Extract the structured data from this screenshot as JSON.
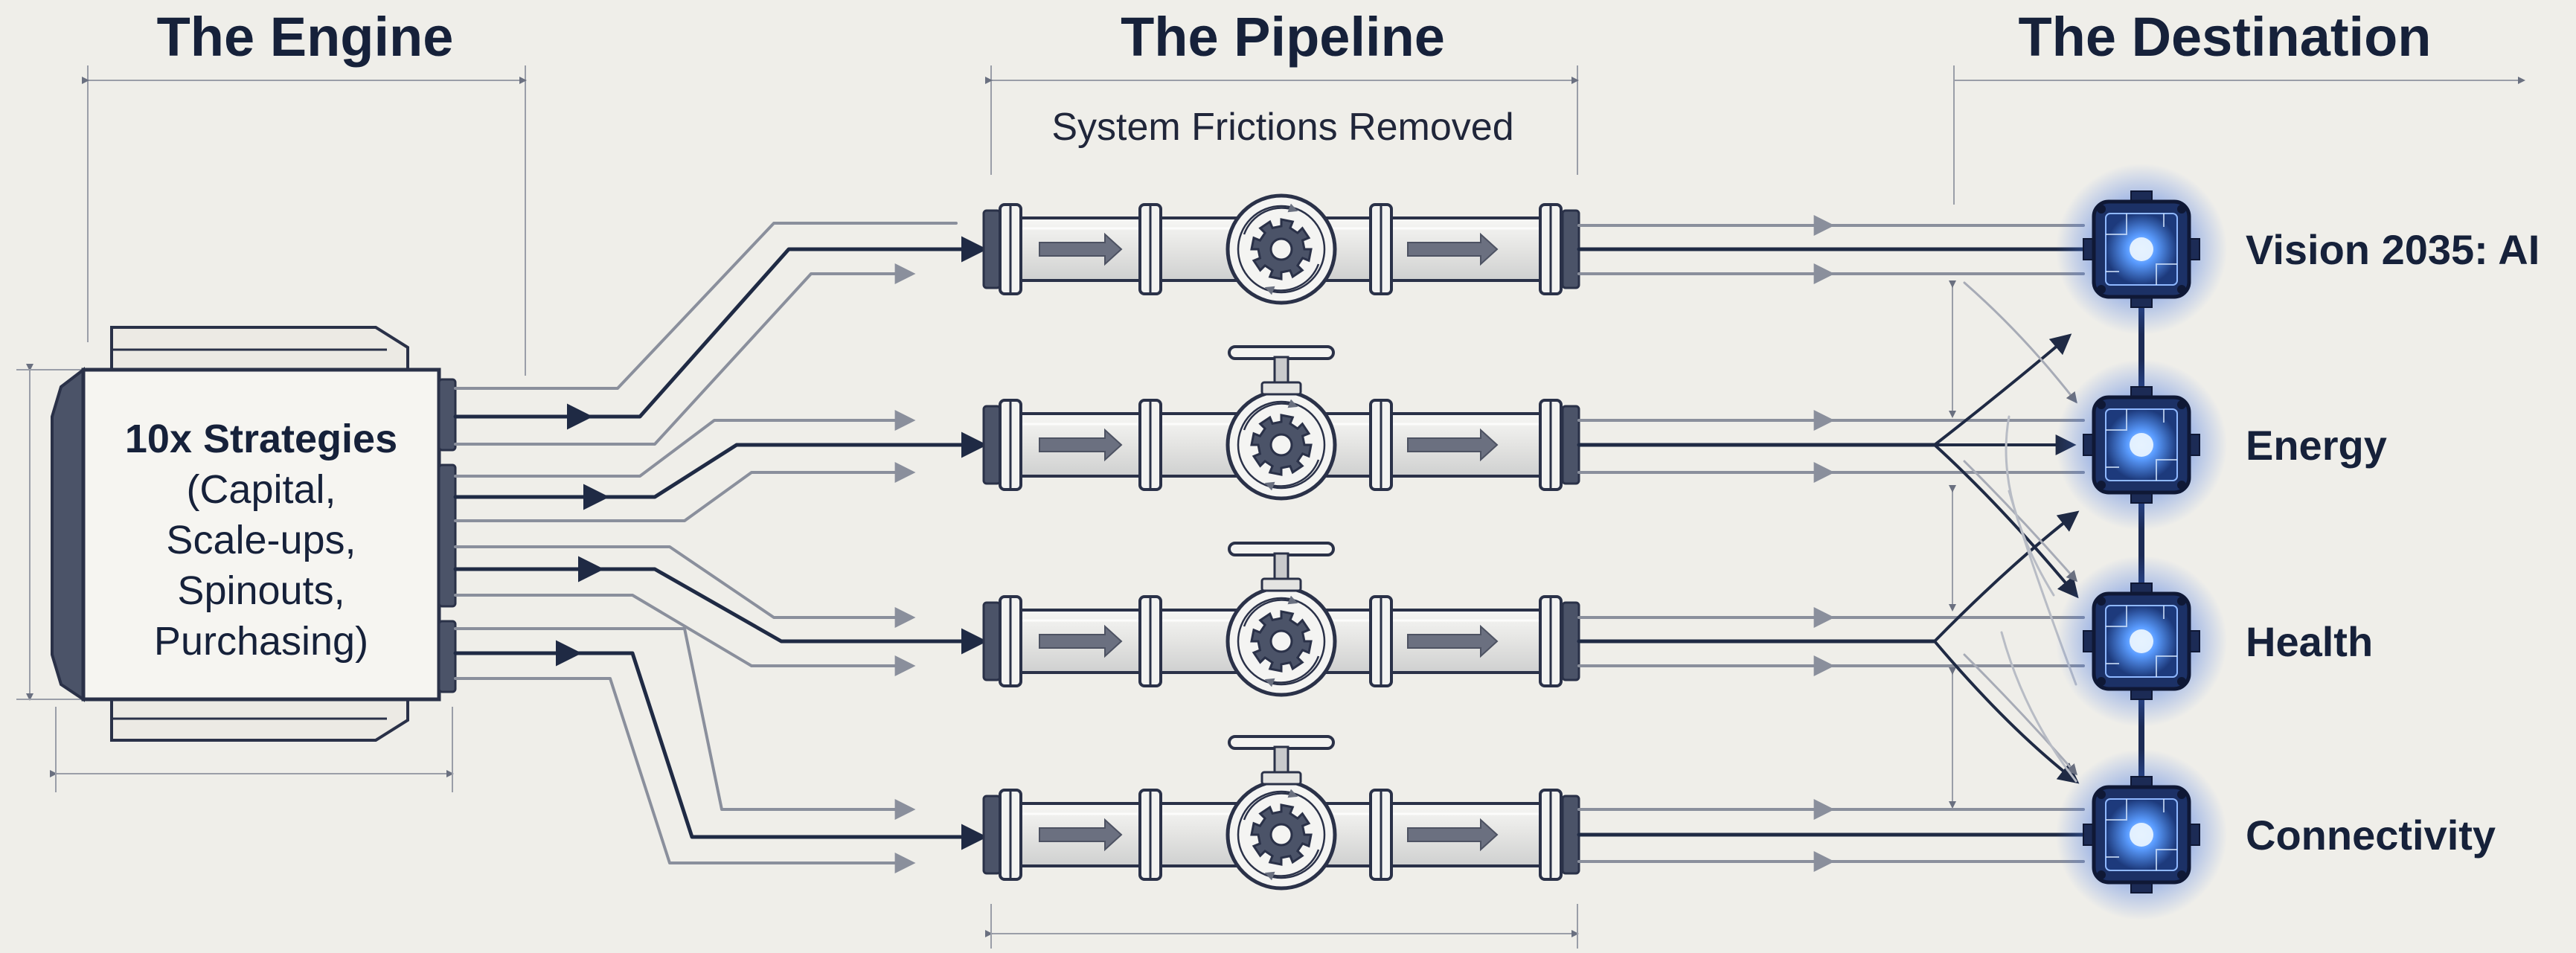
{
  "sections": {
    "engine": {
      "title": "The Engine"
    },
    "pipeline": {
      "title": "The Pipeline",
      "subtitle": "System Frictions Removed"
    },
    "destination": {
      "title": "The Destination"
    }
  },
  "engine_box": {
    "lines": [
      "10x Strategies",
      "(Capital,",
      "Scale-ups,",
      "Spinouts,",
      "Purchasing)"
    ]
  },
  "destinations": [
    {
      "label": "Vision 2035: AI"
    },
    {
      "label": "Energy"
    },
    {
      "label": "Health"
    },
    {
      "label": "Connectivity"
    }
  ],
  "pipes": [
    {
      "has_valve": false
    },
    {
      "has_valve": true
    },
    {
      "has_valve": true
    },
    {
      "has_valve": true
    }
  ],
  "colors": {
    "background": "#efeee9",
    "ink": "#16213a",
    "line_dark": "#1f2a44",
    "line_gray": "#8a8f9c",
    "node_glow": "#3b7bff",
    "node_fill": "#1c3166"
  }
}
